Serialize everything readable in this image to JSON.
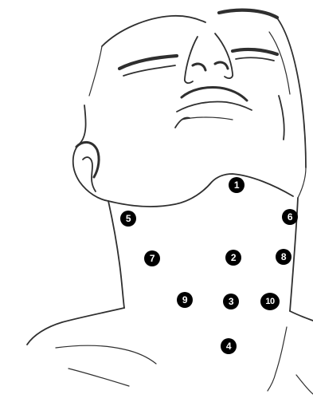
{
  "diagram": {
    "markers": [
      {
        "id": "1",
        "label": "1"
      },
      {
        "id": "2",
        "label": "2"
      },
      {
        "id": "3",
        "label": "3"
      },
      {
        "id": "4",
        "label": "4"
      },
      {
        "id": "5",
        "label": "5"
      },
      {
        "id": "6",
        "label": "6"
      },
      {
        "id": "7",
        "label": "7"
      },
      {
        "id": "8",
        "label": "8"
      },
      {
        "id": "9",
        "label": "9"
      },
      {
        "id": "10",
        "label": "10"
      }
    ],
    "colors": {
      "line": "#2f2f2f",
      "marker_fill": "#000000",
      "marker_text": "#ffffff",
      "background": "#ffffff"
    }
  }
}
